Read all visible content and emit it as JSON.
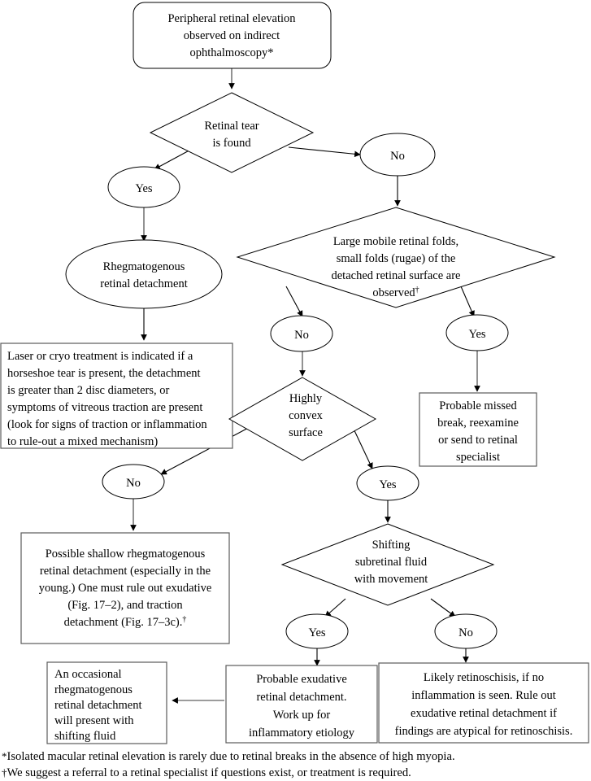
{
  "diagram": {
    "title": "Peripheral retinal elevation evaluation algorithm",
    "nodes": {
      "start": {
        "shape": "rounded-rectangle",
        "lines": [
          "Peripheral retinal elevation",
          "observed on indirect",
          "ophthalmoscopy*"
        ]
      },
      "decision_retinal_tear": {
        "shape": "diamond",
        "lines": [
          "Retinal tear",
          "is found"
        ]
      },
      "tear_yes": {
        "shape": "ellipse",
        "label": "Yes"
      },
      "tear_no": {
        "shape": "ellipse",
        "label": "No"
      },
      "rhegmatogenous": {
        "shape": "ellipse",
        "lines": [
          "Rhegmatogenous",
          "retinal detachment"
        ]
      },
      "decision_folds": {
        "shape": "diamond",
        "lines": [
          "Large mobile retinal folds,",
          "small folds (rugae) of the",
          "detached retinal surface are",
          "observed"
        ],
        "footnote_mark": "†"
      },
      "folds_no": {
        "shape": "ellipse",
        "label": "No"
      },
      "folds_yes": {
        "shape": "ellipse",
        "label": "Yes"
      },
      "laser_cryo_box": {
        "shape": "rectangle",
        "align": "left",
        "lines": [
          "Laser or cryo treatment is indicated if a",
          "horseshoe tear is present, the detachment",
          "is greater than 2 disc diameters, or",
          "symptoms of vitreous traction are present",
          "(look for signs of traction or inflammation",
          "to rule-out a mixed mechanism)"
        ]
      },
      "missed_break_box": {
        "shape": "rectangle",
        "align": "center",
        "lines": [
          "Probable missed",
          "break, reexamine",
          "or send to retinal",
          "specialist"
        ]
      },
      "decision_convex": {
        "shape": "diamond",
        "lines": [
          "Highly",
          "convex",
          "surface"
        ]
      },
      "convex_no": {
        "shape": "ellipse",
        "label": "No"
      },
      "convex_yes": {
        "shape": "ellipse",
        "label": "Yes"
      },
      "shallow_rhegmatogenous_box": {
        "shape": "rectangle",
        "align": "center",
        "lines": [
          "Possible shallow rhegmatogenous",
          "retinal detachment (especially in the",
          "young.) One must rule out exudative",
          "(Fig. 17–2), and traction",
          "detachment (Fig. 17–3c)."
        ],
        "footnote_mark": "†"
      },
      "decision_shifting": {
        "shape": "diamond",
        "lines": [
          "Shifting",
          "subretinal fluid",
          "with movement"
        ]
      },
      "shifting_yes": {
        "shape": "ellipse",
        "label": "Yes"
      },
      "shifting_no": {
        "shape": "ellipse",
        "label": "No"
      },
      "occasional_rheg_box": {
        "shape": "rectangle",
        "align": "left",
        "lines": [
          "An occasional",
          "rhegmatogenous",
          "retinal detachment",
          "will present with",
          "shifting fluid"
        ]
      },
      "exudative_box": {
        "shape": "rectangle",
        "align": "center",
        "lines": [
          "Probable exudative",
          "retinal detachment.",
          "Work up for",
          "inflammatory etiology"
        ]
      },
      "retinoschisis_box": {
        "shape": "rectangle",
        "align": "center",
        "lines": [
          "Likely retinoschisis, if no",
          "inflammation is seen. Rule out",
          "exudative retinal detachment if",
          "findings are atypical for retinoschisis."
        ]
      }
    }
  },
  "footnotes": [
    {
      "mark": "*",
      "text": "Isolated macular retinal elevation is rarely due to retinal breaks in the absence of high myopia."
    },
    {
      "mark": "†",
      "text": "We suggest a referral to a retinal specialist if questions exist, or treatment is required."
    }
  ],
  "colors": {
    "background": "#ffffff",
    "stroke": "#000000",
    "box_stroke": "#5a5a5a",
    "text": "#000000"
  }
}
